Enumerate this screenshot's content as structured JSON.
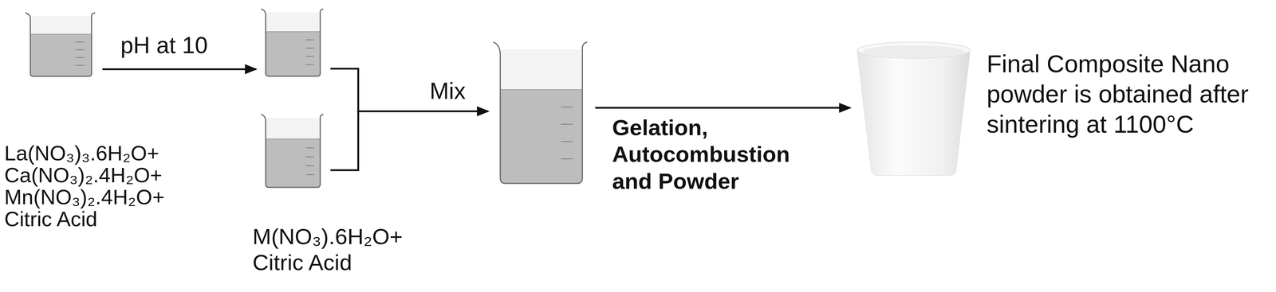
{
  "diagram": {
    "nodes": [
      {
        "text": [
          "La(NO₃)₃.6H₂O+ Ca(NO₃)₂.4H₂O+ Mn(NO₃)₂.4H₂O+ Citric Acid"
        ]
      },
      {
        "text": []
      },
      {
        "text": [
          "M(NO₃).6H₂O+ Citric Acid"
        ]
      },
      {
        "text": []
      },
      {
        "text": [
          "Final Composite Nano powder is obtained after sintering at 1100°C"
        ]
      }
    ],
    "edges": [
      {
        "from": 0,
        "to": 1,
        "arrow": "to",
        "label": "pH at 10"
      },
      {
        "from": 1,
        "to": 3,
        "arrow": "to",
        "label": "Mix"
      },
      {
        "from": 2,
        "to": 3,
        "arrow": "to"
      },
      {
        "from": 3,
        "to": 4,
        "arrow": "to",
        "label": "Gelation, Autocombustion and Powder"
      }
    ]
  }
}
